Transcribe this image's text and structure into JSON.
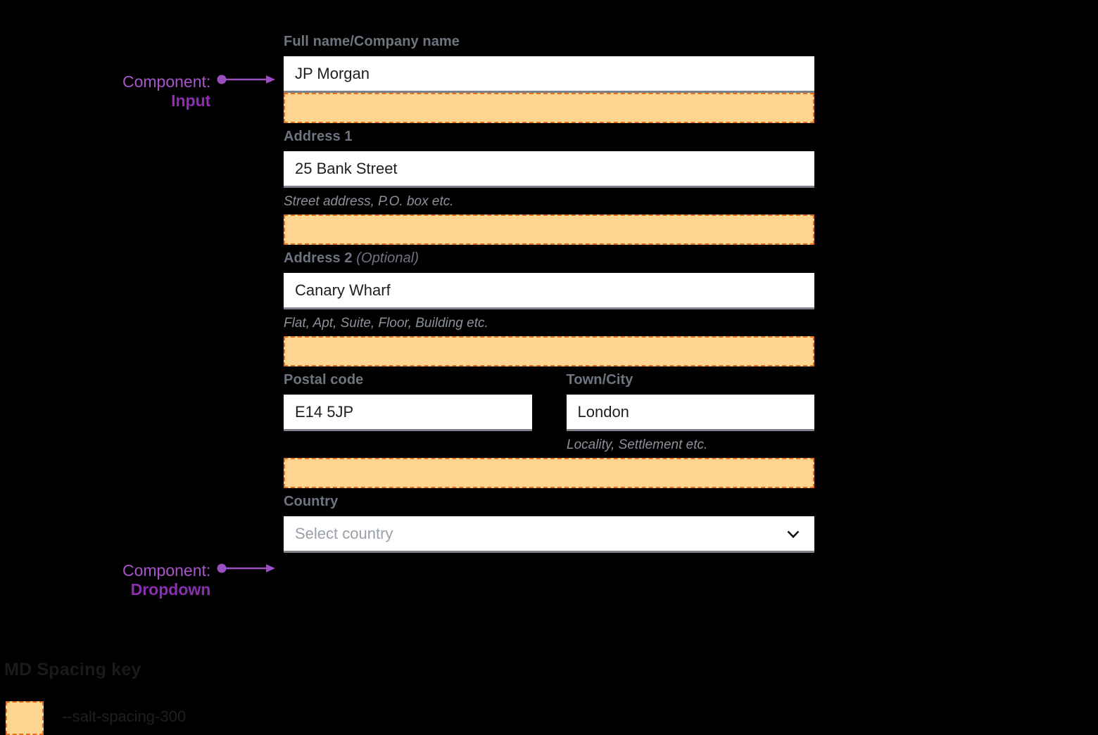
{
  "theme": {
    "background": "#000000",
    "input_background": "#ffffff",
    "input_underline": "#7d8189",
    "label_color": "#6e7480",
    "helper_color": "#8b9099",
    "value_color": "#1f1f1f",
    "placeholder_color": "#9aa0a8",
    "spacing_fill": "#ffd691",
    "spacing_border": "#e4701e",
    "annotation_lead": "#a855c8",
    "annotation_component": "#8b2fb0"
  },
  "form": {
    "fields": [
      {
        "label": "Full name/Company name",
        "optional": "",
        "value": "JP Morgan",
        "helper": ""
      },
      {
        "label": "Address 1",
        "optional": "",
        "value": "25 Bank Street",
        "helper": "Street address, P.O. box etc."
      },
      {
        "label": "Address 2",
        "optional": "(Optional)",
        "value": "Canary Wharf",
        "helper": "Flat, Apt, Suite, Floor, Building etc."
      }
    ],
    "postal": {
      "label": "Postal code",
      "value": "E14 5JP"
    },
    "city": {
      "label": "Town/City",
      "value": "London",
      "helper": "Locality, Settlement etc."
    },
    "country": {
      "label": "Country",
      "placeholder": "Select country",
      "icon": "chevron-down-icon"
    }
  },
  "annotations": [
    {
      "lead": "Component:",
      "component": "Input",
      "target": "full-name-input"
    },
    {
      "lead": "Component:",
      "component": "Dropdown",
      "target": "country-dropdown"
    }
  ],
  "legend": {
    "title": "MD Spacing key",
    "items": [
      {
        "token": "--salt-spacing-300",
        "fill": "#ffd691",
        "border": "#e4701e"
      }
    ]
  }
}
